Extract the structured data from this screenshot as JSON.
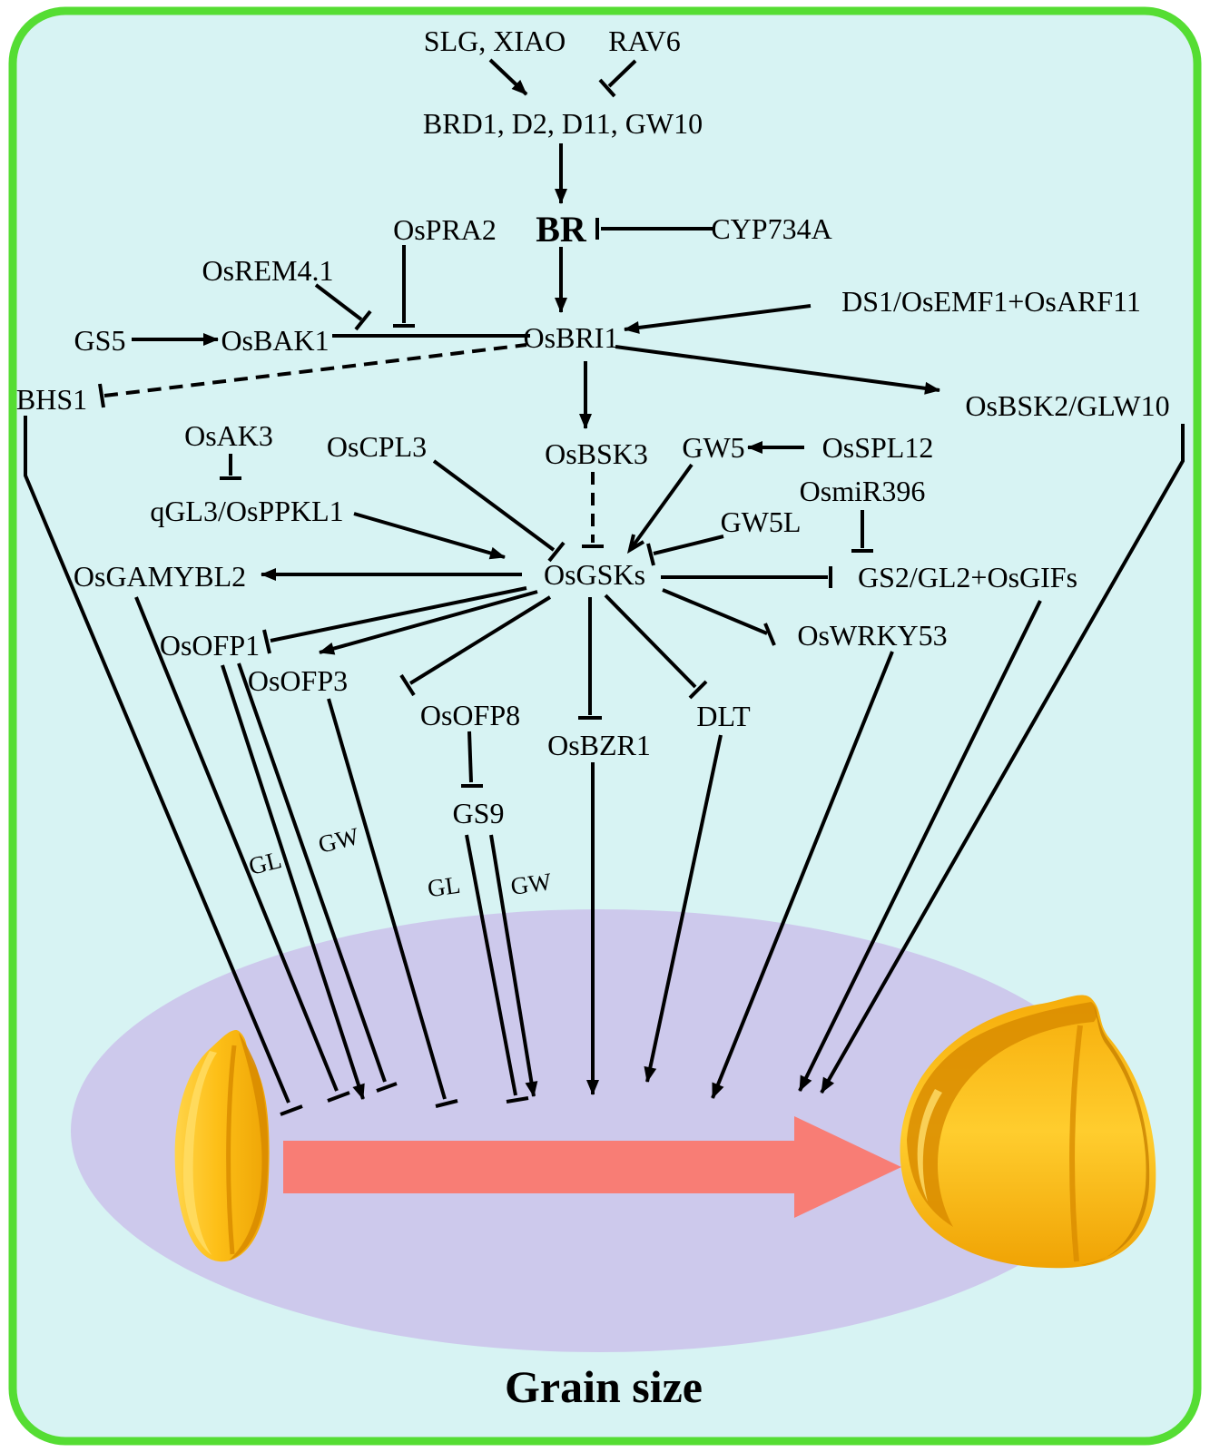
{
  "diagram": {
    "title": "Grain size",
    "nodes": {
      "slg_xiao": "SLG, XIAO",
      "rav6": "RAV6",
      "brd1_group": "BRD1, D2, D11, GW10",
      "br": "BR",
      "ospra2": "OsPRA2",
      "cyp734a": "CYP734A",
      "osrem4_1": "OsREM4.1",
      "gs5": "GS5",
      "osbak1": "OsBAK1",
      "osbri1": "OsBRI1",
      "ds1_complex": "DS1/OsEMF1+OsARF11",
      "osbsk2": "OsBSK2/GLW10",
      "bhs1": "BHS1",
      "osak3": "OsAK3",
      "qgl3": "qGL3/OsPPKL1",
      "oscpl3": "OsCPL3",
      "osbsk3": "OsBSK3",
      "gw5": "GW5",
      "osspl12": "OsSPL12",
      "osmir396": "OsmiR396",
      "gw5l": "GW5L",
      "osgamybl2": "OsGAMYBL2",
      "osgsks": "OsGSKs",
      "gs2_complex": "GS2/GL2+OsGIFs",
      "osofp1": "OsOFP1",
      "osofp3": "OsOFP3",
      "osofp8": "OsOFP8",
      "oswrky53": "OsWRKY53",
      "dlt": "DLT",
      "osbzr1": "OsBZR1",
      "gs9": "GS9"
    },
    "edge_labels": {
      "gl": "GL",
      "gw": "GW"
    },
    "colors": {
      "background": "#d7f3f3",
      "border": "#55dd33",
      "ellipse": "#cdc9ec",
      "size_arrow": "#f87d75",
      "line": "#000000",
      "grain_main": "#f7b413",
      "grain_shadow": "#d98c00",
      "grain_highlight": "#ffdf6b"
    }
  }
}
